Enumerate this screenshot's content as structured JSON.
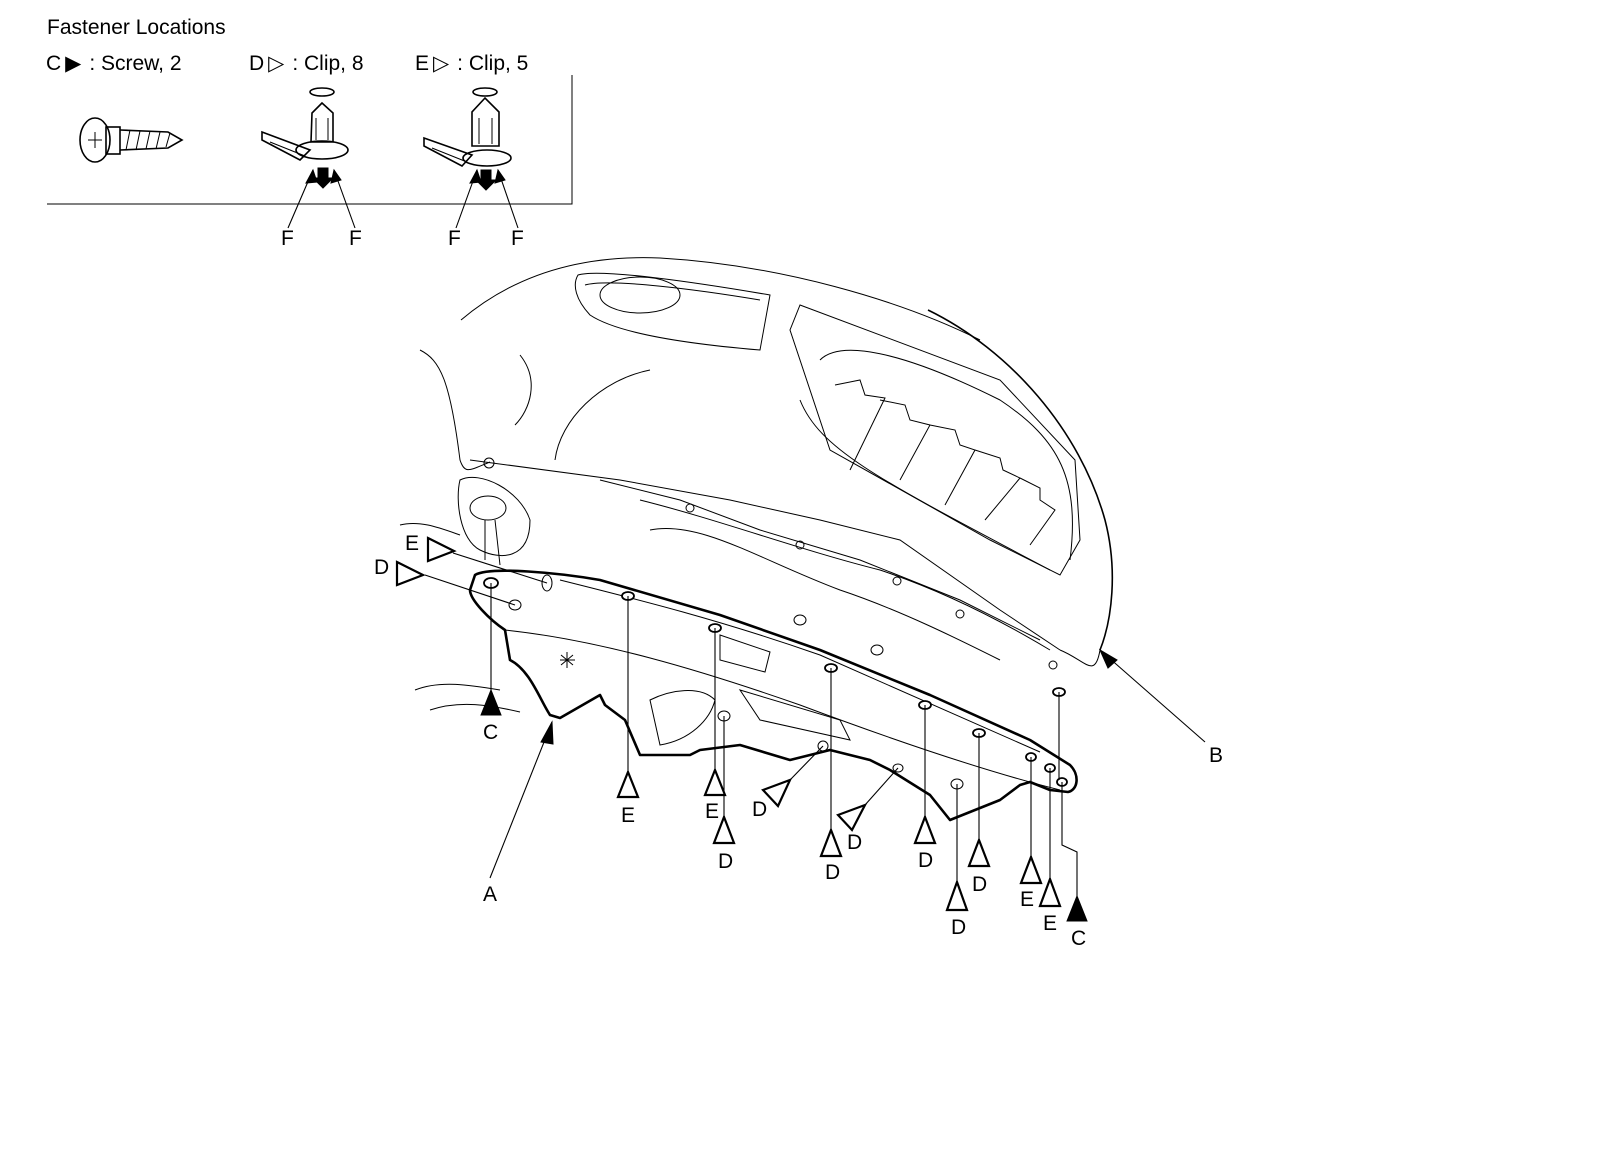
{
  "legend": {
    "title": "Fastener Locations",
    "items": [
      {
        "letter": "C",
        "symbol": "▶",
        "text": ": Screw, 2",
        "icon": "solid-triangle-icon"
      },
      {
        "letter": "D",
        "symbol": "▷",
        "text": ": Clip, 8",
        "icon": "open-triangle-icon"
      },
      {
        "letter": "E",
        "symbol": "▷",
        "text": ": Clip, 5",
        "icon": "open-triangle-icon"
      }
    ]
  },
  "callouts": {
    "F": "F",
    "A": "A",
    "B": "B",
    "C": "C",
    "D": "D",
    "E": "E"
  }
}
